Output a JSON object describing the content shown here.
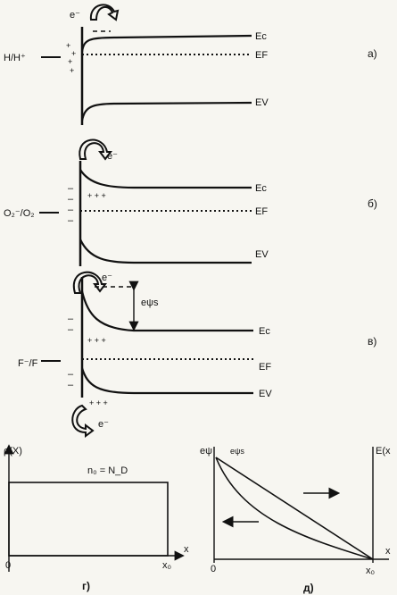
{
  "panel_a": {
    "electron": "e⁻",
    "redox": "H/H⁺",
    "ec": "Eс",
    "ef": "EF",
    "ev": "EV",
    "charges": "+ + + +",
    "tag": "а)"
  },
  "panel_b": {
    "electron": "e⁻",
    "redox": "O₂⁻/O₂",
    "ec": "Eс",
    "ef": "EF",
    "ev": "EV",
    "charges": "+ + +",
    "tag": "б)"
  },
  "panel_c": {
    "electron_top": "e⁻",
    "electron_bottom": "e⁻",
    "redox": "F⁻/F",
    "barrier": "eψs",
    "ec": "Eс",
    "ef": "EF",
    "ev": "EV",
    "charges_mid": "+ + +",
    "charges_bottom": "+ + +",
    "tag": "в)"
  },
  "panel_g": {
    "ylabel": "ρ(X)",
    "equation": "n₀ = N_D",
    "origin": "0",
    "xend": "x₀",
    "xaxis": "x",
    "tag": "г)"
  },
  "panel_d": {
    "ylabel_left": "eψ",
    "ylabel_s": "eψs",
    "ylabel_right": "E(x",
    "origin": "0",
    "xend": "x₀",
    "xaxis": "x",
    "tag": "д)"
  }
}
